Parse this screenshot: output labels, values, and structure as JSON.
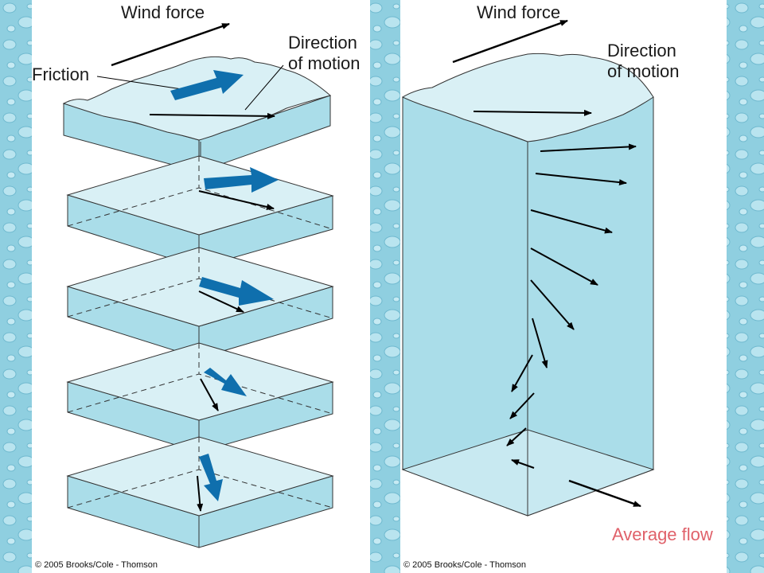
{
  "left_panel": {
    "wind_force_label": "Wind force",
    "friction_label": "Friction",
    "direction_label_line1": "Direction",
    "direction_label_line2": "of motion",
    "copyright": "© 2005 Brooks/Cole - Thomson"
  },
  "right_panel": {
    "wind_force_label": "Wind force",
    "direction_label_line1": "Direction",
    "direction_label_line2": "of motion",
    "average_flow_label": "Average flow",
    "copyright": "© 2005 Brooks/Cole - Thomson"
  },
  "colors": {
    "background_water": "#8fcfe0",
    "slab_top": "#d9f0f5",
    "slab_side": "#aadde9",
    "blue_arrow": "#0f6fad",
    "average_flow_text": "#e0616a"
  }
}
